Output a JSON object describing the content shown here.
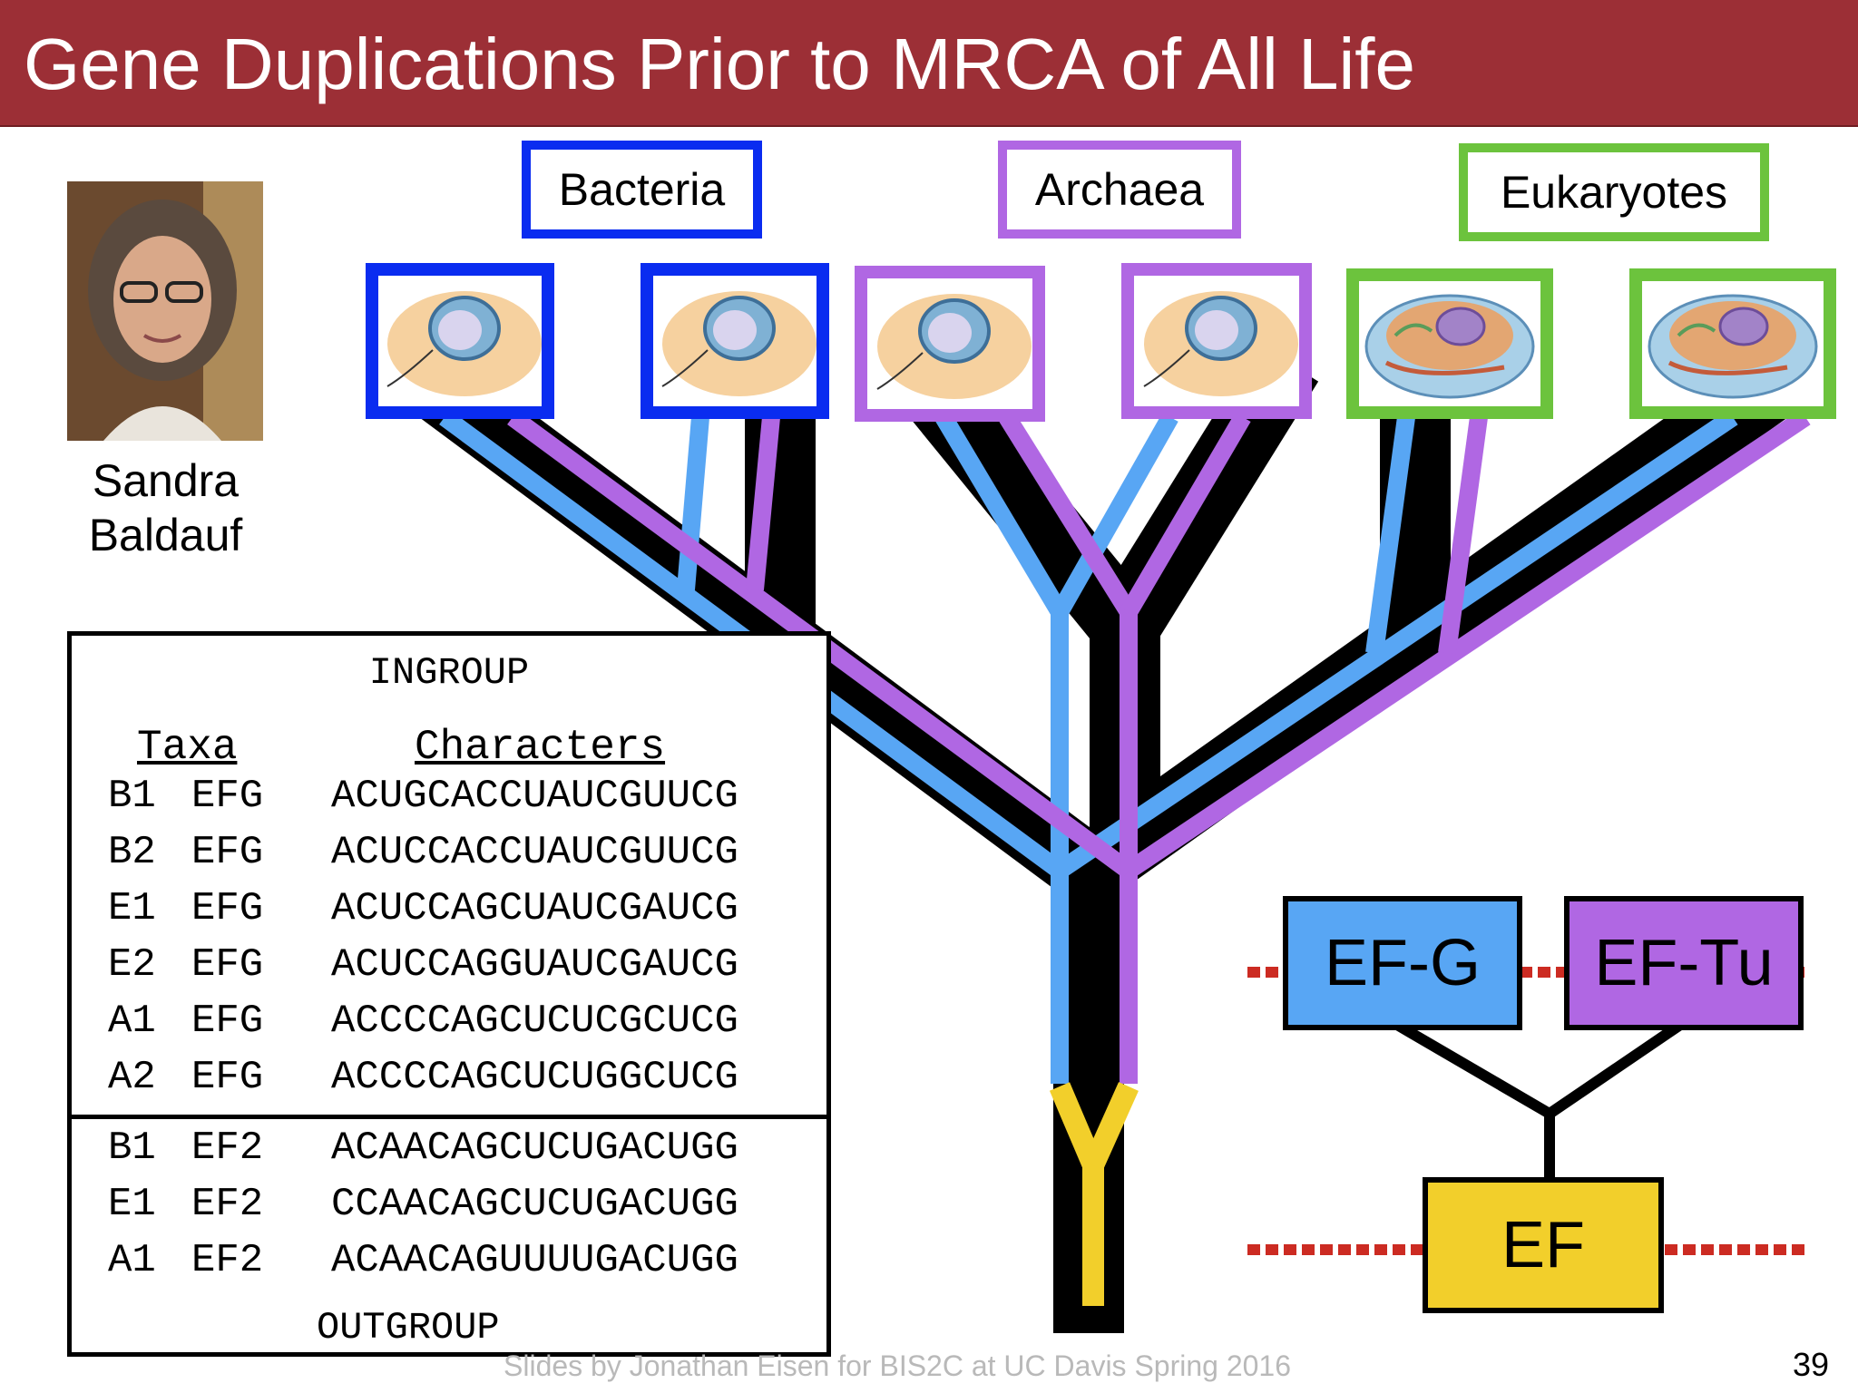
{
  "slide": {
    "title": "Gene Duplications Prior to MRCA of All Life",
    "footer": "Slides by Jonathan Eisen for BIS2C at UC Davis Spring 2016",
    "page_number": "39"
  },
  "person": {
    "first_name": "Sandra",
    "last_name": "Baldauf"
  },
  "domains": [
    {
      "label": "Bacteria",
      "color": "#0a2cf0"
    },
    {
      "label": "Archaea",
      "color": "#b067e3"
    },
    {
      "label": "Eukaryotes",
      "color": "#6cc33d"
    }
  ],
  "genes": {
    "efg": {
      "label": "EF-G",
      "color": "#58a6f4"
    },
    "eftu": {
      "label": "EF-Tu",
      "color": "#b067e3"
    },
    "ef": {
      "label": "EF",
      "color": "#f2cf2b"
    }
  },
  "table": {
    "ingroup_label": "INGROUP",
    "outgroup_label": "OUTGROUP",
    "taxa_header": "Taxa",
    "characters_header": "Characters",
    "ingroup_rows": [
      {
        "taxon": "B1",
        "gene": "EFG",
        "sequence": "ACUGCACCUAUCGUUCG"
      },
      {
        "taxon": "B2",
        "gene": "EFG",
        "sequence": "ACUCCACCUAUCGUUCG"
      },
      {
        "taxon": "E1",
        "gene": "EFG",
        "sequence": "ACUCCAGCUAUCGAUCG"
      },
      {
        "taxon": "E2",
        "gene": "EFG",
        "sequence": "ACUCCAGGUAUCGAUCG"
      },
      {
        "taxon": "A1",
        "gene": "EFG",
        "sequence": "ACCCCAGCUCUCGCUCG"
      },
      {
        "taxon": "A2",
        "gene": "EFG",
        "sequence": "ACCCCAGCUCUGGCUCG"
      }
    ],
    "outgroup_rows": [
      {
        "taxon": "B1",
        "gene": "EF2",
        "sequence": "ACAACAGCUCUGACUGG"
      },
      {
        "taxon": "E1",
        "gene": "EF2",
        "sequence": "CCAACAGCUCUGACUGG"
      },
      {
        "taxon": "A1",
        "gene": "EF2",
        "sequence": "ACAACAGUUUUGACUGG"
      }
    ]
  }
}
